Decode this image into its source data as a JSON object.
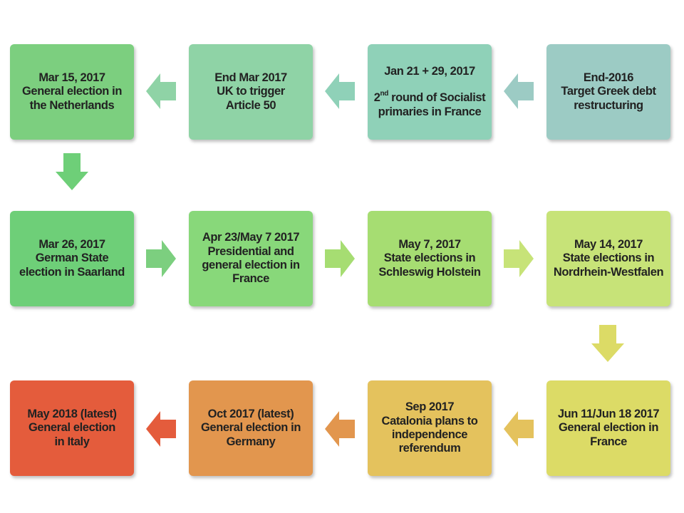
{
  "boxes": [
    {
      "id": "b1",
      "lines": [
        "Mar 15, 2017",
        "General election in",
        "the Netherlands"
      ],
      "color": "#7ccf7f"
    },
    {
      "id": "b2",
      "lines": [
        "End Mar 2017",
        "UK to trigger",
        "Article 50"
      ],
      "color": "#8fd3a6"
    },
    {
      "id": "b3",
      "line1": "Jan 21 + 29, 2017",
      "ord_num": "2",
      "ord_sup": "nd",
      "ord_rest": " round of Socialist",
      "line3": "primaries in France",
      "color": "#8fd1b8"
    },
    {
      "id": "b4",
      "lines": [
        "End-2016",
        "Target Greek debt",
        "restructuring"
      ],
      "color": "#9ccbc4"
    },
    {
      "id": "b5",
      "lines": [
        "Mar 26, 2017",
        "German State",
        "election in Saarland"
      ],
      "color": "#6ecf78"
    },
    {
      "id": "b6",
      "lines": [
        "Apr 23/May 7 2017",
        "Presidential and",
        "general election in",
        "France"
      ],
      "color": "#88d87a"
    },
    {
      "id": "b7",
      "lines": [
        "May 7, 2017",
        "State elections in",
        "Schleswig Holstein"
      ],
      "color": "#a6dd72"
    },
    {
      "id": "b8",
      "lines": [
        "May 14, 2017",
        "State elections in",
        "Nordrhein-Westfalen"
      ],
      "color": "#c7e378"
    },
    {
      "id": "b9",
      "lines": [
        "Jun 11/Jun 18 2017",
        "General election in",
        "France"
      ],
      "color": "#dcdb66"
    },
    {
      "id": "b10",
      "lines": [
        "Sep 2017",
        "Catalonia plans to",
        "independence",
        "referendum"
      ],
      "color": "#e4c25d"
    },
    {
      "id": "b11",
      "lines": [
        "Oct 2017 (latest)",
        "General election in",
        "Germany"
      ],
      "color": "#e2964e"
    },
    {
      "id": "b12",
      "lines": [
        "May 2018 (latest)",
        "General election",
        "in Italy"
      ],
      "color": "#e45c3c"
    }
  ],
  "arrow_colors": {
    "a1": "#8fd3a6",
    "a2": "#8fd1b8",
    "a3": "#9ccbc4",
    "a4": "#6ecf78",
    "a5": "#7ccf7f",
    "a6": "#a6dd72",
    "a7": "#c7e378",
    "a8": "#dcdb66",
    "a9": "#e4c25d",
    "a10": "#e2964e",
    "a11": "#e45c3c"
  }
}
